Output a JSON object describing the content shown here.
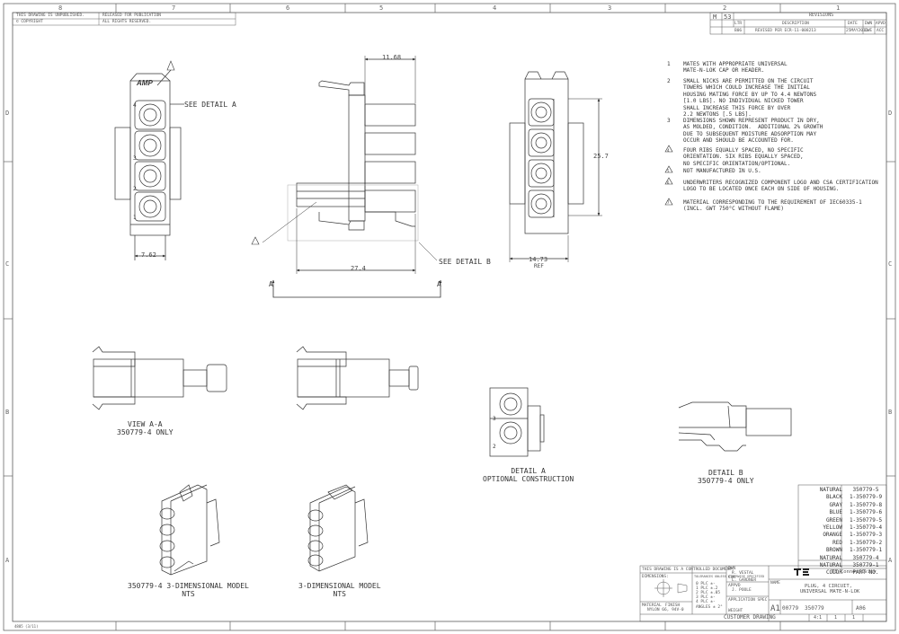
{
  "zones": {
    "columns": [
      "8",
      "7",
      "6",
      "5",
      "4",
      "3",
      "2",
      "1"
    ],
    "rows": [
      "D",
      "C",
      "B",
      "A"
    ]
  },
  "header_stamp": {
    "line1": "THIS DRAWING IS UNPUBLISHED.",
    "line2": "RELEASED FOR PUBLICATION",
    "line3": "© COPYRIGHT",
    "line4": "ALL RIGHTS RESERVED."
  },
  "revisions": {
    "title": "REVISIONS",
    "loc_label": "LTR",
    "desc_label": "DESCRIPTION",
    "date_label": "DATE",
    "dwn_label": "DWN",
    "apvd_label": "APVD",
    "zone_top": "M",
    "dist": "53",
    "rev_ltr": "B06",
    "rev_desc": "REVISED PER ECR-11-008213",
    "rev_date": "25MAY2011",
    "rev_dwn": "DWE",
    "rev_apvd": "ACC"
  },
  "notes": [
    {
      "num": "1",
      "text": "MATES WITH APPROPRIATE UNIVERSAL\nMATE-N-LOK CAP OR HEADER."
    },
    {
      "num": "2",
      "text": "SMALL NICKS ARE PERMITTED ON THE CIRCUIT\nTOWERS WHICH COULD INCREASE THE INITIAL\nHOUSING MATING FORCE BY UP TO 4.4 NEWTONS\n[1.0 LBS]. NO INDIVIDUAL NICKED TOWER\nSHALL INCREASE THIS FORCE BY OVER\n2.2 NEWTONS [.5 LBS]."
    },
    {
      "num": "3",
      "text": "DIMENSIONS SHOWN REPRESENT PRODUCT IN DRY,\nAS MOLDED, CONDITION.  ADDITIONAL 2% GROWTH\nDUE TO SUBSEQUENT MOISTURE ADSORPTION MAY\nOCCUR AND SHOULD BE ACCOUNTED FOR."
    },
    {
      "num": "4",
      "text": "FOUR RIBS EQUALLY SPACED, NO SPECIFIC\nORIENTATION. SIX RIBS EQUALLY SPACED,\nNO SPECIFIC ORIENTATION/OPTIONAL."
    },
    {
      "num": "5",
      "text": "NOT MANUFACTURED IN U.S."
    },
    {
      "num": "6",
      "text": "UNDERWRITERS RECOGNIZED COMPONENT LOGO AND CSA CERTIFICATION\nLOGO TO BE LOCATED ONCE EACH ON SIDE OF HOUSING."
    },
    {
      "num": "7",
      "text": "MATERIAL CORRESPONDING TO THE REQUIREMENT OF IEC60335-1\n(INCL. GWT 750°C WITHOUT FLAME)"
    }
  ],
  "dimensions": {
    "d1168": "11.68",
    "d257": "25.7",
    "d762": "7.62",
    "d274": "27.4",
    "d1473": "14.73",
    "ref": "REF"
  },
  "labels": {
    "see_detail_a": "SEE DETAIL A",
    "see_detail_b": "SEE DETAIL B",
    "section_a": "A",
    "view_aa": "VIEW A-A\n350779-4 ONLY",
    "detail_a": "DETAIL A\nOPTIONAL CONSTRUCTION",
    "detail_b": "DETAIL B\n350779-4 ONLY",
    "model_left": "350779-4 3-DIMENSIONAL MODEL\nNTS",
    "model_right": "3-DIMENSIONAL MODEL\nNTS",
    "amp_logo": "AMP",
    "pin_numbers": [
      "4",
      "3",
      "2",
      "1"
    ],
    "detail_pins": [
      "3",
      "2"
    ]
  },
  "color_table": {
    "rows": [
      {
        "color": "NATURAL",
        "part": "350779-5"
      },
      {
        "color": "BLACK",
        "part": "1-350779-9"
      },
      {
        "color": "GRAY",
        "part": "1-350779-8"
      },
      {
        "color": "BLUE",
        "part": "1-350779-6"
      },
      {
        "color": "GREEN",
        "part": "1-350779-5"
      },
      {
        "color": "YELLOW",
        "part": "1-350779-4"
      },
      {
        "color": "ORANGE",
        "part": "1-350779-3"
      },
      {
        "color": "RED",
        "part": "1-350779-2"
      },
      {
        "color": "BROWN",
        "part": "1-350779-1"
      },
      {
        "color": "NATURAL",
        "part": "350779-4"
      },
      {
        "color": "NATURAL",
        "part": "350779-1"
      }
    ],
    "header_color": "COLOR",
    "header_part": "PART NO."
  },
  "title_block": {
    "controlled": "THIS DRAWING IS A CONTROLLED DOCUMENT.",
    "dimensions": "DIMENSIONS:",
    "tolerances": "TOLERANCES UNLESS OTHERWISE SPECIFIED",
    "tol_values": [
      "0 PLC ±-",
      "1 PLC ±.2",
      "2 PLC ±.05",
      "3 PLC ±-",
      "4 PLC ±-"
    ],
    "angles": "ANGLES ± 2°",
    "dwn": "DWN",
    "dwn_name": "R. VESTAL",
    "chk": "CHK",
    "chk_name": "L. GARDNER",
    "appvd": "APPVD",
    "appvd_name": "J. POOLE",
    "material": "MATERIAL",
    "material_value": "NYLON 66, 94V-0",
    "finish": "FINISH",
    "application": "APPLICATION SPEC",
    "weight": "WEIGHT",
    "company": "TE Connectivity",
    "title_name": "NAME",
    "title_line1": "PLUG, 4 CIRCUIT,",
    "title_line2": "UNIVERSAL MATE-N-LOK",
    "size": "A1",
    "cage": "00779",
    "drawing_no": "350779",
    "scale": "4:1",
    "sheet": "1",
    "of": "1",
    "rev": "A06",
    "customer_drawing": "CUSTOMER DRAWING",
    "footer_code": "4805 (3/11)"
  }
}
